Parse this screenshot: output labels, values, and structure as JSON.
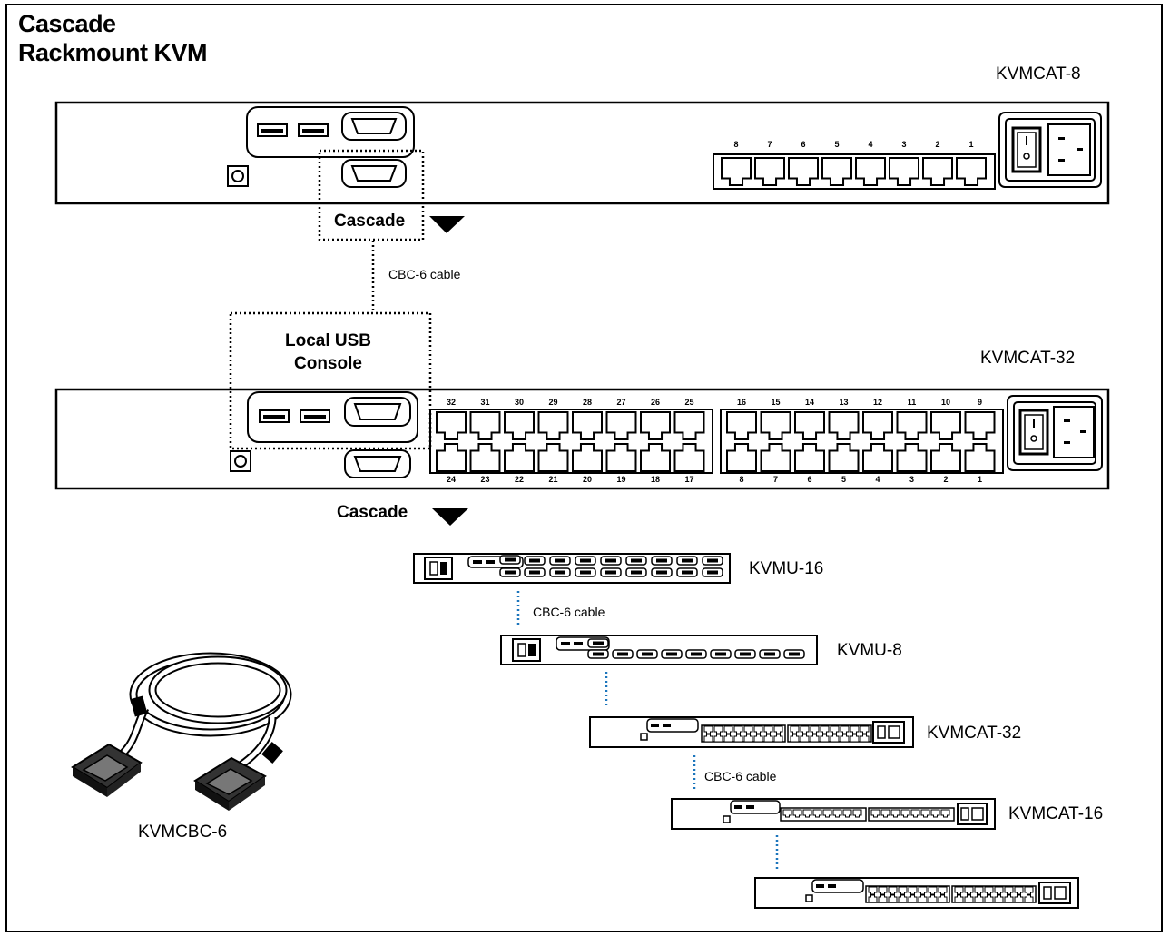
{
  "header": {
    "title_line1": "Cascade",
    "title_line2": "Rackmount KVM"
  },
  "units": {
    "top": {
      "model": "KVMCAT-8",
      "port_labels": [
        "8",
        "7",
        "6",
        "5",
        "4",
        "3",
        "2",
        "1"
      ]
    },
    "middle": {
      "model": "KVMCAT-32",
      "port_labels_top": [
        "32",
        "31",
        "30",
        "29",
        "28",
        "27",
        "26",
        "25",
        "16",
        "15",
        "14",
        "13",
        "12",
        "11",
        "10",
        "9"
      ],
      "port_labels_bottom": [
        "24",
        "23",
        "22",
        "21",
        "20",
        "19",
        "18",
        "17",
        "8",
        "7",
        "6",
        "5",
        "4",
        "3",
        "2",
        "1"
      ]
    },
    "cascade_chain": [
      "KVMU-16",
      "KVMU-8",
      "KVMCAT-32",
      "KVMCAT-16"
    ]
  },
  "labels": {
    "cascade": "Cascade",
    "cable": "CBC-6 cable",
    "local_console_line1": "Local USB",
    "local_console_line2": "Console",
    "cable_product": "KVMCBC-6"
  },
  "colors": {
    "ink": "#000000",
    "cable_dots": "#1b75bc",
    "paper": "#ffffff"
  }
}
